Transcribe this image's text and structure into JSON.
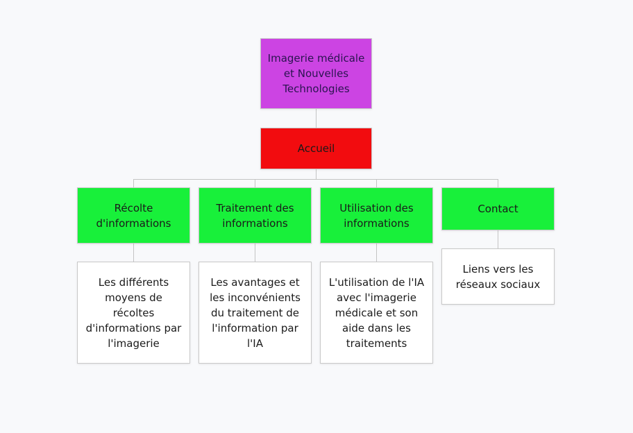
{
  "root": {
    "label": "Imagerie médicale et Nouvelles Technologies",
    "color": "#cc44e3"
  },
  "home": {
    "label": "Accueil",
    "color": "#f20c0f"
  },
  "sections": [
    {
      "label": "Récolte d'informations",
      "detail": "Les différents moyens de récoltes d'informations par l'imagerie"
    },
    {
      "label": "Traitement des informations",
      "detail": "Les avantages et les inconvénients du traitement de l'information par l'IA"
    },
    {
      "label": "Utilisation des informations",
      "detail": "L'utilisation de l'IA avec l'imagerie médicale et son aide dans les traitements"
    },
    {
      "label": "Contact",
      "detail": "Liens vers les réseaux sociaux"
    }
  ],
  "colors": {
    "section": "#18f03a",
    "detail": "#ffffff"
  }
}
